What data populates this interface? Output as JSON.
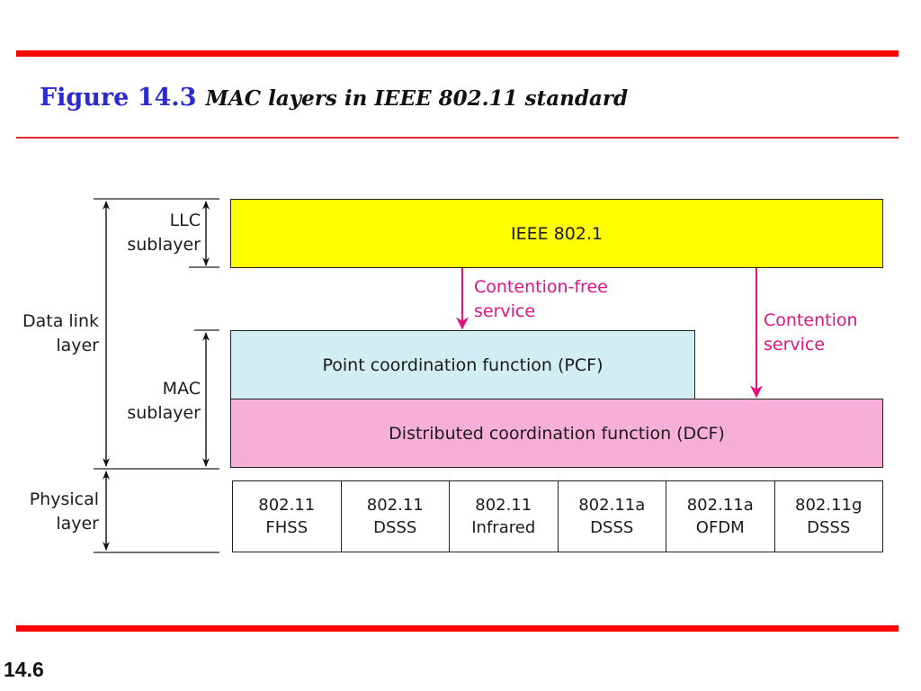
{
  "title": {
    "figure_label": "Figure 14.3",
    "caption": "MAC layers in IEEE 802.11 standard"
  },
  "diagram": {
    "llc_box": "IEEE 802.1",
    "pcf_box": "Point coordination function (PCF)",
    "dcf_box": "Distributed coordination function (DCF)",
    "physical_standards": [
      {
        "line1": "802.11",
        "line2": "FHSS"
      },
      {
        "line1": "802.11",
        "line2": "DSSS"
      },
      {
        "line1": "802.11",
        "line2": "Infrared"
      },
      {
        "line1": "802.11a",
        "line2": "DSSS"
      },
      {
        "line1": "802.11a",
        "line2": "OFDM"
      },
      {
        "line1": "802.11g",
        "line2": "DSSS"
      }
    ],
    "labels": {
      "llc": {
        "line1": "LLC",
        "line2": "sublayer"
      },
      "mac": {
        "line1": "MAC",
        "line2": "sublayer"
      },
      "data_link": {
        "line1": "Data link",
        "line2": "layer"
      },
      "physical": {
        "line1": "Physical",
        "line2": "layer"
      }
    },
    "services": {
      "contention_free": {
        "line1": "Contention-free",
        "line2": "service"
      },
      "contention": {
        "line1": "Contention",
        "line2": "service"
      }
    }
  },
  "colors": {
    "rule": "#ff0000",
    "title_blue": "#2b2bd0",
    "llc_fill": "#ffff00",
    "pcf_fill": "#d3edf4",
    "dcf_fill": "#f6b0d8",
    "service_arrow": "#e0137f"
  },
  "page_number": "14.6"
}
